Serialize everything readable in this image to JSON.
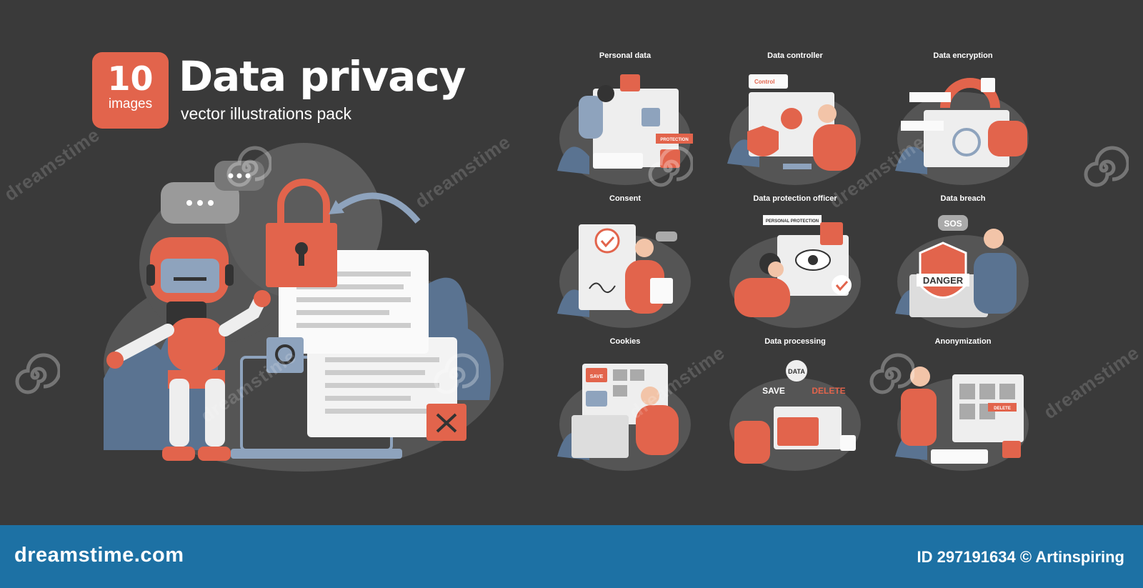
{
  "header": {
    "badge_number": "10",
    "badge_label": "images",
    "title": "Data privacy",
    "subtitle": "vector illustrations pack"
  },
  "tiles": [
    {
      "caption": "Personal data",
      "icon": "personal-data-illustration"
    },
    {
      "caption": "Data controller",
      "icon": "data-controller-illustration"
    },
    {
      "caption": "Data encryption",
      "icon": "data-encryption-illustration"
    },
    {
      "caption": "Consent",
      "icon": "consent-illustration"
    },
    {
      "caption": "Data protection officer",
      "icon": "data-protection-officer-illustration"
    },
    {
      "caption": "Data breach",
      "icon": "data-breach-illustration"
    },
    {
      "caption": "Cookies",
      "icon": "cookies-illustration"
    },
    {
      "caption": "Data processing",
      "icon": "data-processing-illustration"
    },
    {
      "caption": "Anonymization",
      "icon": "anonymization-illustration"
    }
  ],
  "tile_labels": {
    "protection": "PROTECTION",
    "control": "Control",
    "personal_protection": "PERSONAL PROTECTION",
    "sos": "SOS",
    "danger": "DANGER",
    "save": "SAVE",
    "data": "DATA",
    "delete": "DELETE"
  },
  "watermark": {
    "text": "dreamstime"
  },
  "footer": {
    "brand": "dreamstime.com",
    "credit": "ID 297191634 © Artinspiring"
  },
  "colors": {
    "background": "#3a3a3a",
    "accent": "#e2644c",
    "blob": "#5a5a5a",
    "leaf": "#5a7391",
    "footer": "#1d71a4"
  }
}
